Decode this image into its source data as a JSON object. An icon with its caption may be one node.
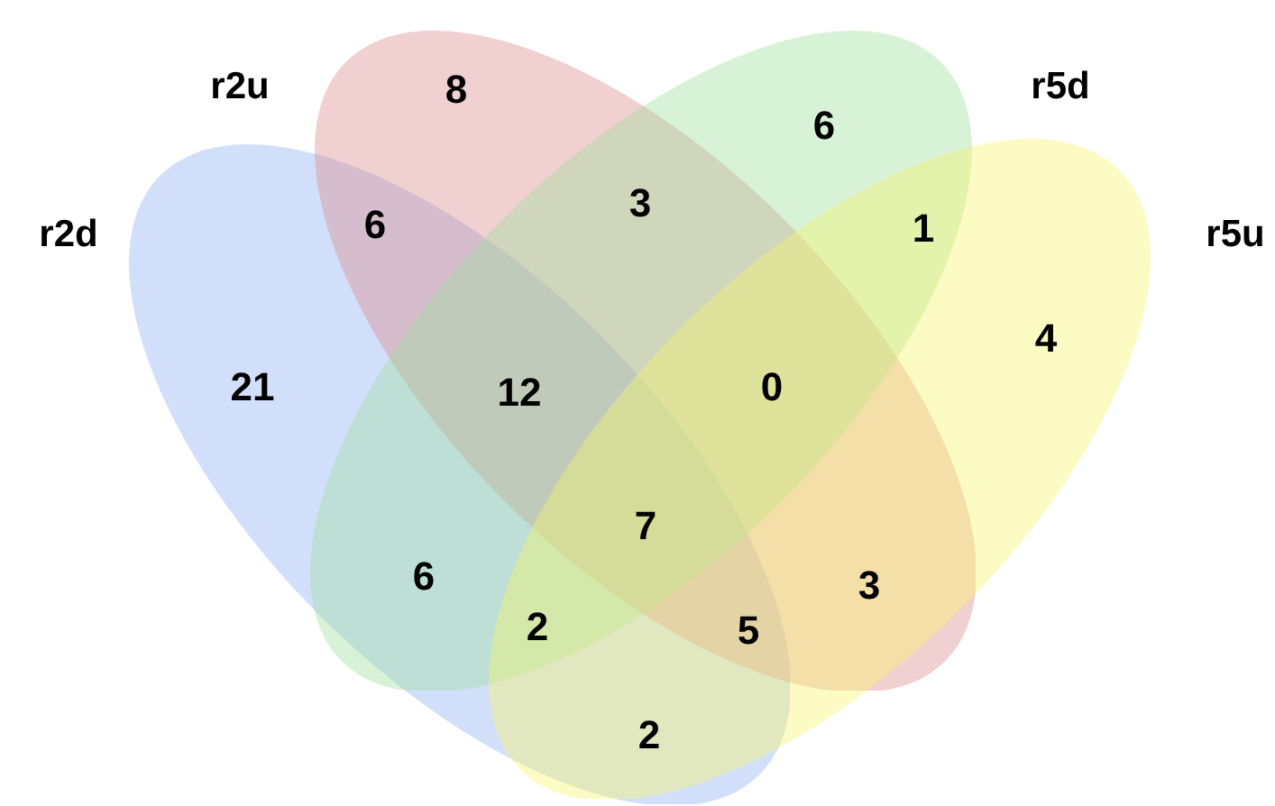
{
  "diagram": {
    "nodes": [
      {
        "text": [
          "r2u"
        ]
      },
      {
        "text": [
          "r5d"
        ]
      },
      {
        "text": [
          "r2d"
        ]
      },
      {
        "text": [
          "r5u"
        ]
      }
    ],
    "labels": [
      "8",
      "6",
      "6",
      "3",
      "1",
      "4",
      "21",
      "12",
      "0",
      "7",
      "6",
      "3",
      "2",
      "5",
      "2"
    ]
  }
}
